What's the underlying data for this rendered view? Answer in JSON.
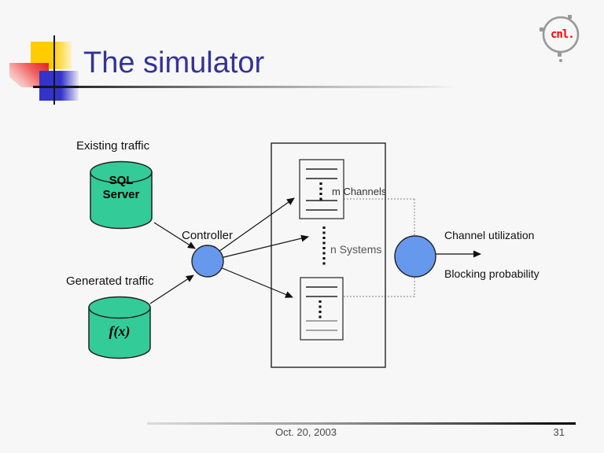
{
  "slide": {
    "title": "The simulator",
    "logo": {
      "text": "cnl."
    },
    "footer": {
      "date": "Oct. 20, 2003",
      "page": "31"
    }
  },
  "diagram": {
    "labels": {
      "existing_traffic": "Existing traffic",
      "generated_traffic": "Generated traffic",
      "controller": "Controller",
      "m_channels": "m Channels",
      "n_systems": "n Systems",
      "channel_utilization": "Channel utilization",
      "blocking_probability": "Blocking probability"
    },
    "nodes": {
      "sql_server_line1": "SQL",
      "sql_server_line2": "Server",
      "generator_function": "f(x)"
    },
    "colors": {
      "cylinder_fill": "#33CC99",
      "node_circle_fill": "#6699EE",
      "title_text": "#333399",
      "logo_red": "#FF0000",
      "accent_yellow": "#FFCC00",
      "accent_blue": "#3333CC",
      "accent_red": "#E62020"
    }
  }
}
